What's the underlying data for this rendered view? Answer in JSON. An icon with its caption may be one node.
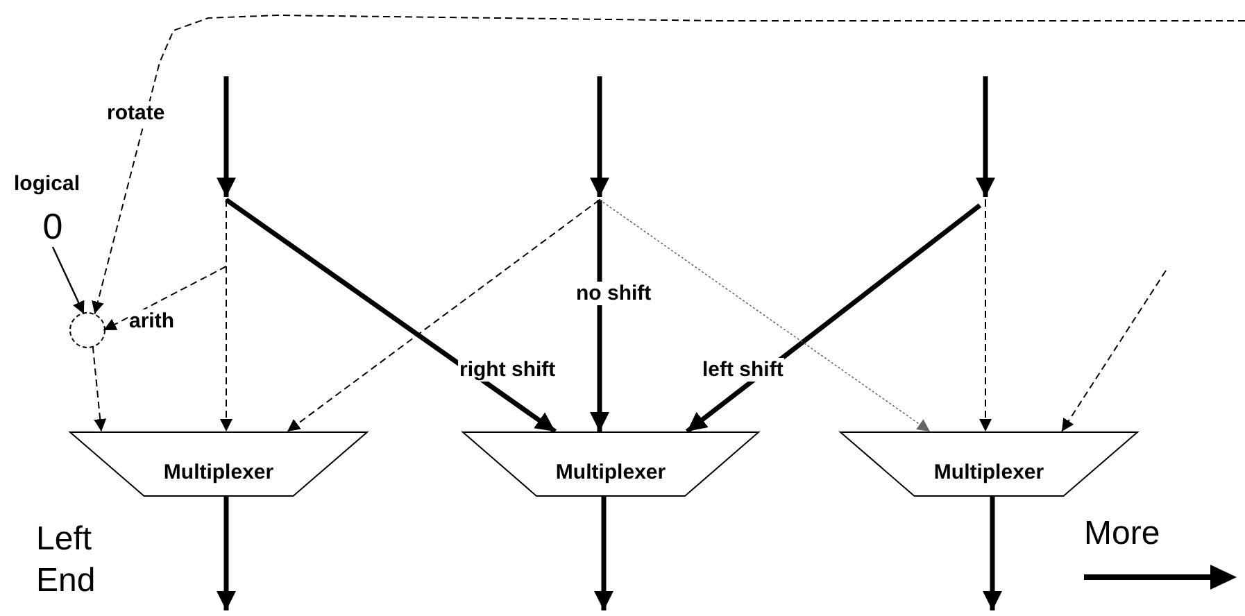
{
  "diagram": {
    "nodes": [
      {
        "text": [
          "Multiplexer"
        ]
      },
      {
        "text": [
          "Multiplexer"
        ]
      },
      {
        "text": [
          "Multiplexer"
        ]
      },
      {
        "text": [
          "0"
        ],
        "beside": [
          "logical"
        ]
      },
      {
        "text": [],
        "shape": "circle"
      },
      {
        "text": [],
        "shape": "point"
      },
      {
        "text": [],
        "shape": "point"
      },
      {
        "text": [],
        "shape": "point"
      }
    ],
    "edges": [
      {
        "from": null,
        "to": 5,
        "arrow": "to",
        "style": "thick"
      },
      {
        "from": null,
        "to": 6,
        "arrow": "to",
        "style": "thick"
      },
      {
        "from": null,
        "to": 7,
        "arrow": "to",
        "style": "thick"
      },
      {
        "from": null,
        "to": 4,
        "arrow": "to",
        "style": "dashed",
        "label": "rotate"
      },
      {
        "from": 3,
        "to": 4,
        "arrow": "to"
      },
      {
        "from": 5,
        "to": 4,
        "arrow": "to",
        "style": "dashed",
        "label": "arith"
      },
      {
        "from": 4,
        "to": 0,
        "arrow": "to",
        "style": "dashed"
      },
      {
        "from": 5,
        "to": 0,
        "arrow": "to",
        "style": "dashed"
      },
      {
        "from": 6,
        "to": 0,
        "arrow": "to",
        "style": "dashed"
      },
      {
        "from": 5,
        "to": 1,
        "arrow": "to",
        "style": "thick",
        "label": "right shift"
      },
      {
        "from": 6,
        "to": 1,
        "arrow": "to",
        "style": "thick",
        "label": "no shift"
      },
      {
        "from": 7,
        "to": 1,
        "arrow": "to",
        "style": "thick",
        "label": "left shift"
      },
      {
        "from": 6,
        "to": 2,
        "arrow": "to",
        "style": "dashed",
        "color": "#666666"
      },
      {
        "from": 7,
        "to": 2,
        "arrow": "to",
        "style": "dashed"
      },
      {
        "from": null,
        "to": 2,
        "arrow": "to",
        "style": "dashed"
      },
      {
        "from": 0,
        "to": null,
        "arrow": "to",
        "style": "thick"
      },
      {
        "from": 1,
        "to": null,
        "arrow": "to",
        "style": "thick"
      },
      {
        "from": 2,
        "to": null,
        "arrow": "to",
        "style": "thick"
      }
    ],
    "labels": [
      "Left End",
      "More"
    ]
  }
}
